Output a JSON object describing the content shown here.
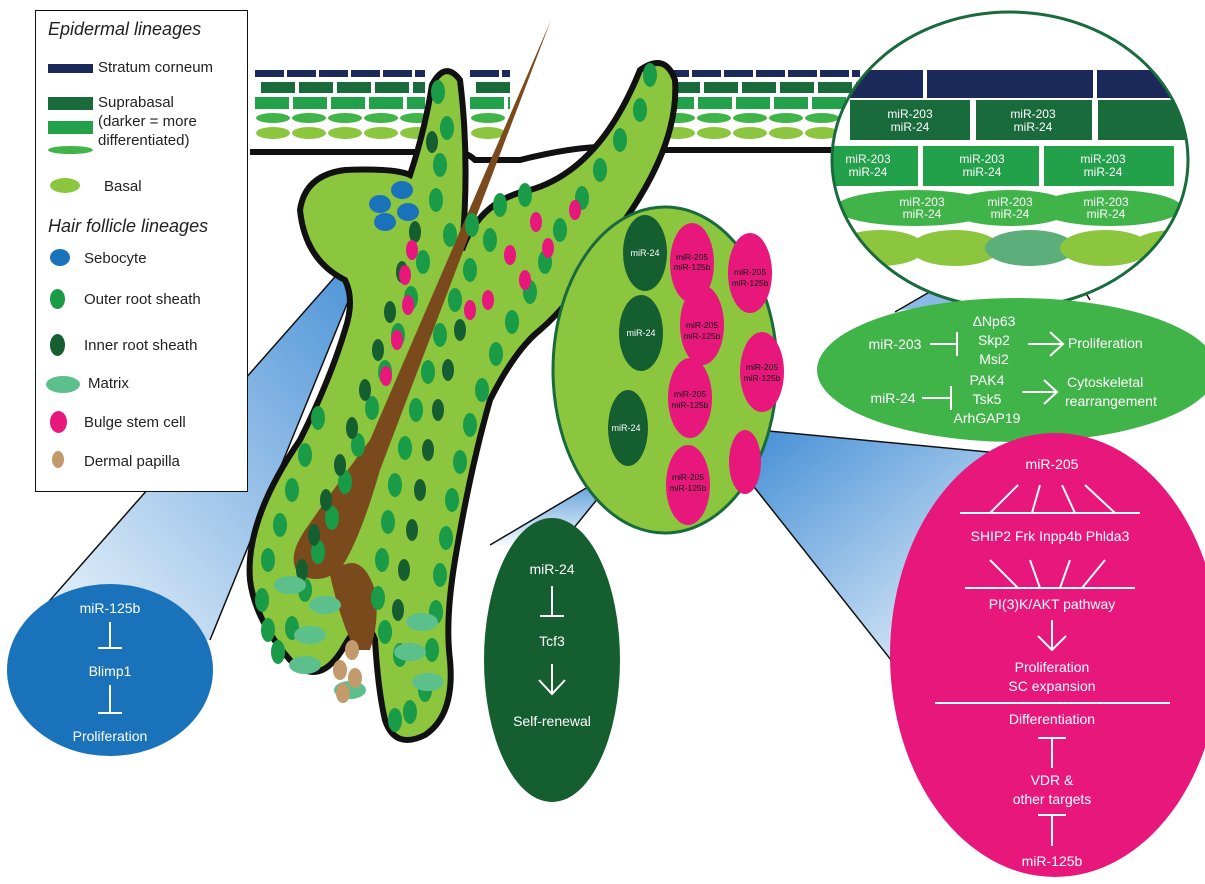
{
  "legend": {
    "epidermal_title": "Epidermal lineages",
    "stratum_corneum": "Stratum corneum",
    "suprabasal_1": "Suprabasal",
    "suprabasal_2": "(darker = more",
    "suprabasal_3": "differentiated)",
    "basal": "Basal",
    "hair_title": "Hair follicle lineages",
    "sebocyte": "Sebocyte",
    "outer_root_sheath": "Outer root sheath",
    "inner_root_sheath": "Inner root sheath",
    "matrix": "Matrix",
    "bulge_stem_cell": "Bulge stem cell",
    "dermal_papilla": "Dermal papilla"
  },
  "colors": {
    "stratum_corneum": "#1b2a5a",
    "suprabasal_dark": "#1a6b3c",
    "suprabasal_mid": "#23a04a",
    "basal": "#8cc63f",
    "sebocyte": "#1a72bb",
    "outer_root_sheath": "#1a9b47",
    "inner_root_sheath": "#155e30",
    "matrix": "#5cc08c",
    "bulge": "#e8177c",
    "dermal_papilla": "#c29a6b",
    "hair_shaft": "#7a4a1c"
  },
  "epidermis_zoom": {
    "row1": [
      [
        "miR-203",
        "miR-24"
      ],
      [
        "miR-203",
        "miR-24"
      ]
    ],
    "row2": [
      [
        "miR-203",
        "miR-24"
      ],
      [
        "miR-203",
        "miR-24"
      ],
      [
        "miR-203",
        "miR-24"
      ]
    ],
    "row3": [
      [
        "miR-203",
        "miR-24"
      ],
      [
        "miR-203",
        "miR-24"
      ],
      [
        "miR-203",
        "miR-24"
      ]
    ]
  },
  "bulge_zoom": {
    "mir24": "miR-24",
    "mir205": "miR-205",
    "mir125b": "miR-125b"
  },
  "mir203_panel": {
    "mir203": "miR-203",
    "targets1": [
      "ΔNp63",
      "Skp2",
      "Msi2"
    ],
    "outcome1": "Proliferation",
    "mir24": "miR-24",
    "targets2": [
      "PAK4",
      "Tsk5",
      "ArhGAP19"
    ],
    "outcome2a": "Cytoskeletal",
    "outcome2b": "rearrangement"
  },
  "blue_panel": {
    "mir": "miR-125b",
    "target": "Blimp1",
    "outcome": "Proliferation"
  },
  "green_panel": {
    "mir": "miR-24",
    "target": "Tcf3",
    "outcome": "Self-renewal"
  },
  "pink_panel": {
    "mir205": "miR-205",
    "targets": "SHIP2 Frk Inpp4b Phlda3",
    "pathway": "PI(3)K/AKT pathway",
    "outcome1": "Proliferation",
    "outcome2": "SC expansion",
    "differentiation": "Differentiation",
    "vdr1": "VDR &",
    "vdr2": "other targets",
    "mir125b": "miR-125b"
  }
}
